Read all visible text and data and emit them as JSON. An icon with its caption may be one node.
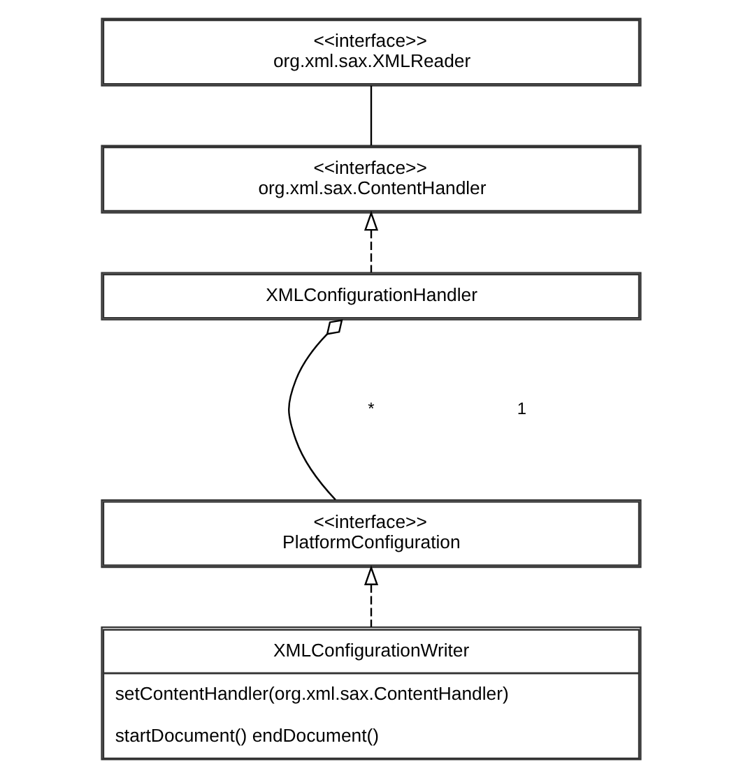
{
  "diagram": {
    "nodes": [
      {
        "text": [
          "<<interface>>",
          "org.xml.sax.XMLReader"
        ]
      },
      {
        "text": [
          "<<interface>>",
          "org.xml.sax.ContentHandler"
        ]
      },
      {
        "text": [
          "XMLConfigurationHandler"
        ]
      },
      {
        "text": [
          "<<interface>>",
          "PlatformConfiguration"
        ]
      },
      {
        "text": [
          "XMLConfigurationWriter",
          "setContentHandler(org.xml.sax.ContentHandler)",
          "startDocument() endDocument()"
        ]
      }
    ],
    "edges": [
      {
        "from": 0,
        "to": 1,
        "arrow": "none"
      },
      {
        "from": 2,
        "to": 1,
        "arrow": "to",
        "style": "dashed"
      },
      {
        "from": 2,
        "to": 3,
        "arrow": "other"
      },
      {
        "from": 4,
        "to": 3,
        "arrow": "to",
        "style": "dashed"
      }
    ],
    "labels": [
      "*",
      "1"
    ]
  }
}
